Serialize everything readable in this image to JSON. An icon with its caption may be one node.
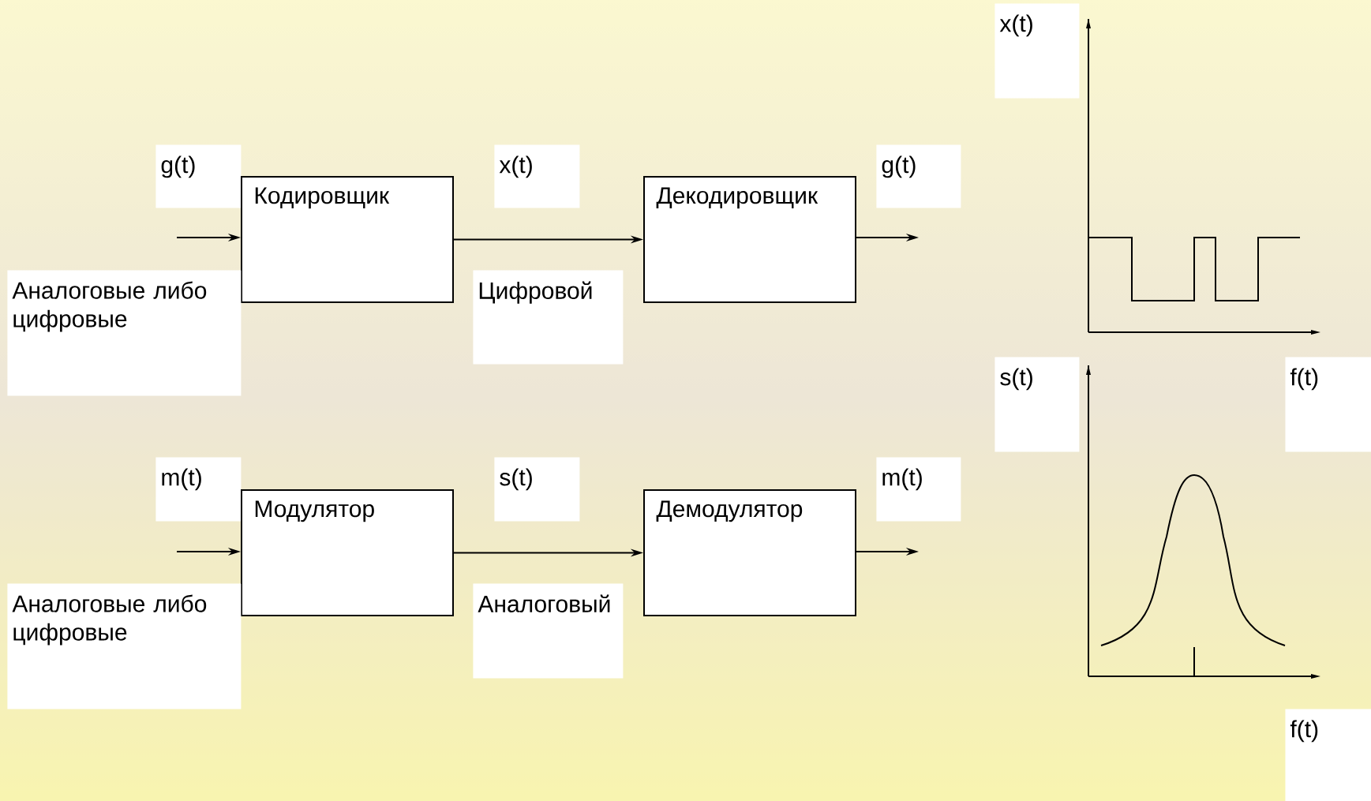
{
  "diagram": {
    "nodes": [
      {
        "text": [
          "x(t)"
        ]
      },
      {
        "text": [
          "g(t)"
        ]
      },
      {
        "text": [
          "Кодировщик"
        ]
      },
      {
        "text": [
          "x(t)"
        ]
      },
      {
        "text": [
          "Декодировщик"
        ]
      },
      {
        "text": [
          "g(t)"
        ]
      },
      {
        "text": [
          "Аналоговые либо цифровые"
        ]
      },
      {
        "text": [
          "Цифровой"
        ]
      },
      {
        "text": [
          "s(t)"
        ]
      },
      {
        "text": [
          "f(t)"
        ]
      },
      {
        "text": [
          "m(t)"
        ]
      },
      {
        "text": [
          "Модулятор"
        ]
      },
      {
        "text": [
          "s(t)"
        ]
      },
      {
        "text": [
          "Демодулятор"
        ]
      },
      {
        "text": [
          "m(t)"
        ]
      },
      {
        "text": [
          "Аналоговые либо цифровые"
        ]
      },
      {
        "text": [
          "Аналоговый"
        ]
      },
      {
        "text": [
          "f(t)"
        ]
      }
    ],
    "edges": [
      {
        "from": null,
        "to": 2,
        "arrow": "to"
      },
      {
        "from": 2,
        "to": 4,
        "arrow": "to"
      },
      {
        "from": 4,
        "to": null,
        "arrow": "to"
      },
      {
        "from": null,
        "to": 11,
        "arrow": "to"
      },
      {
        "from": 11,
        "to": 13,
        "arrow": "to"
      },
      {
        "from": 13,
        "to": null,
        "arrow": "to"
      }
    ]
  }
}
